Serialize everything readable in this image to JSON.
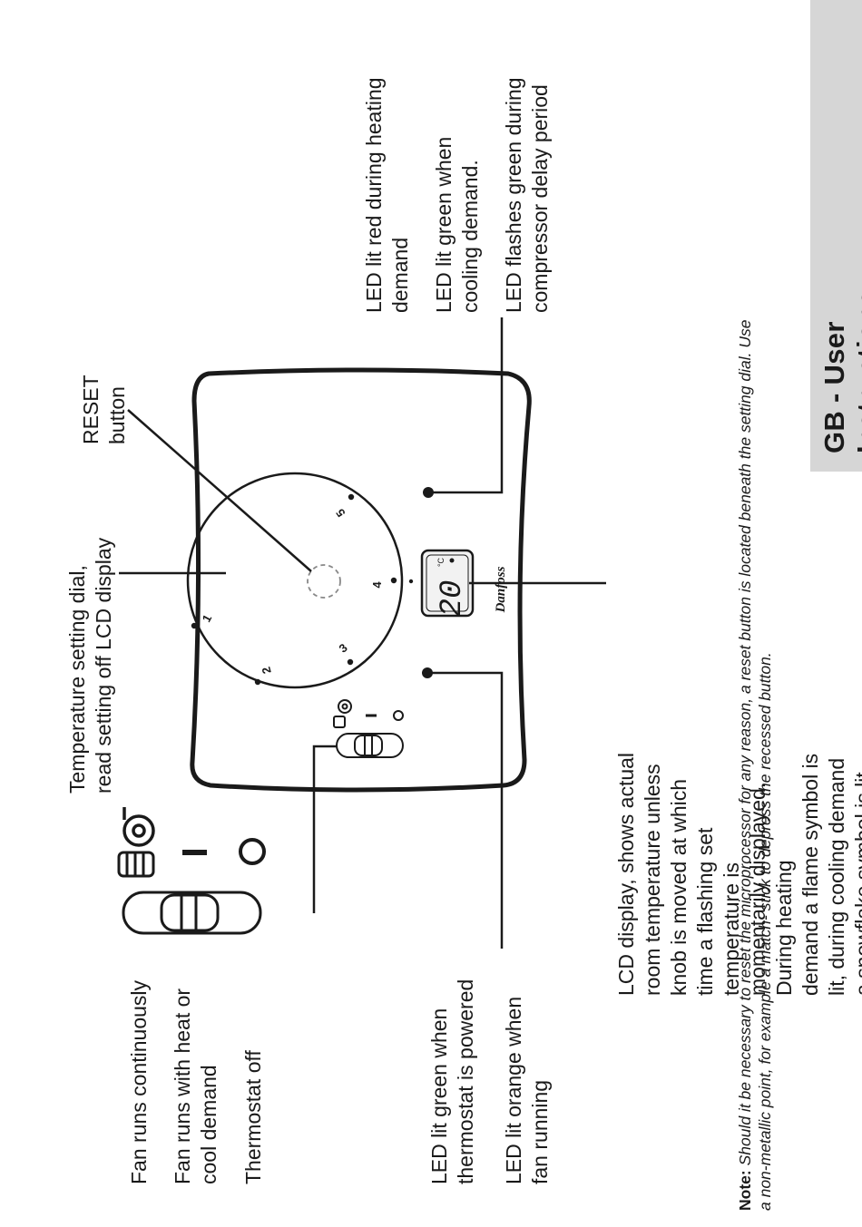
{
  "section_title": "GB - User Instructions",
  "device": {
    "lcd_temperature": "20",
    "lcd_unit": "°C",
    "brand": "Danfoss",
    "dial_numbers": [
      "1",
      "2",
      "3",
      "4",
      "5"
    ],
    "switch_positions": [
      "fan",
      "I",
      "O"
    ]
  },
  "callouts": {
    "fan_continuous": "Fan runs continuously",
    "fan_demand": "Fan runs with heat or\ncool demand",
    "thermostat_off": "Thermostat off",
    "led_green_powered": "LED lit green when\nthermostat is powered",
    "led_orange_fan": "LED lit orange when\nfan running",
    "dial": "Temperature setting dial,\nread setting off LCD display",
    "reset": "RESET\nbutton",
    "led_red_heating": "LED lit red during heating\ndemand",
    "led_green_cooling": "LED lit green when\ncooling demand.",
    "led_flash_compressor": "LED flashes green during\ncompressor delay period",
    "lcd_display": "LCD display, shows actual room temperature unless knob is moved at which\ntime a flashing set temperature is momentarily displayed. During heating\ndemand a flame symbol is lit, during cooling demand a snowflake symbol is lit"
  },
  "note": {
    "label": "Note:",
    "line1": " Should it be necessary to reset the microprocessor for any reason, a reset button is located beneath the setting dial. Use",
    "line2": "a non-metallic point, for example a match- stick to depress the recessed button."
  }
}
